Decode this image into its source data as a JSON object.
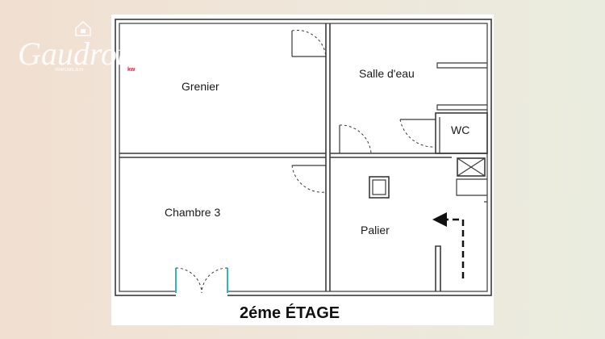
{
  "logo": {
    "brand": "Gaudron",
    "tagline": "IMMOBILIER",
    "partner": "kw"
  },
  "rooms": {
    "grenier": "Grenier",
    "salle_deau": "Salle d'eau",
    "wc": "WC",
    "chambre3": "Chambre 3",
    "palier": "Palier"
  },
  "floor_title": "2éme ÉTAGE",
  "colors": {
    "wall": "#3a3a3a",
    "door_frame": "#3ab0c4",
    "paper": "#ffffff",
    "logo_accent": "#d4213d"
  }
}
